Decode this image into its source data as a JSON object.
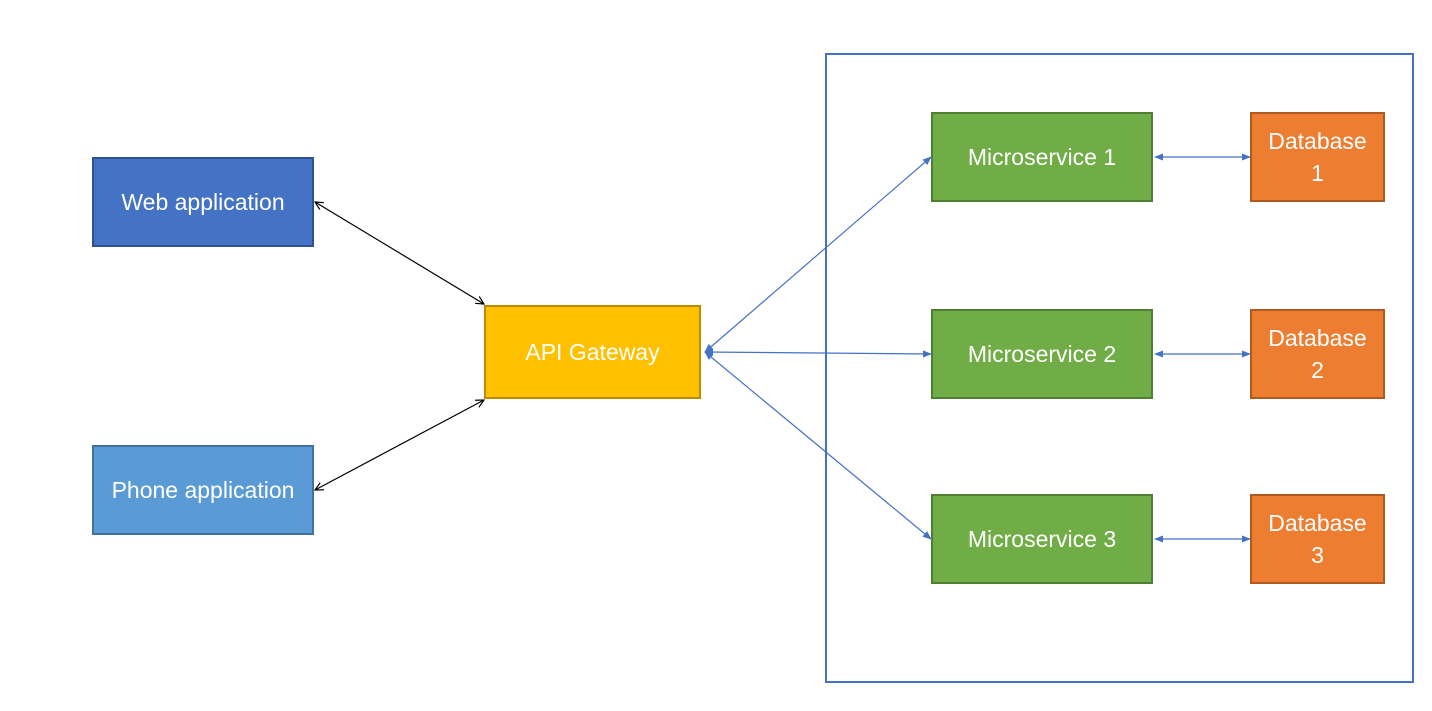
{
  "diagram": {
    "clients": {
      "web": {
        "label": "Web application",
        "fill": "#4472c4"
      },
      "phone": {
        "label": "Phone application",
        "fill": "#5b9bd5"
      }
    },
    "gateway": {
      "label": "API Gateway",
      "fill": "#ffc000"
    },
    "services": [
      {
        "label": "Microservice 1",
        "fill": "#70ad47"
      },
      {
        "label": "Microservice 2",
        "fill": "#70ad47"
      },
      {
        "label": "Microservice 3",
        "fill": "#70ad47"
      }
    ],
    "databases": [
      {
        "line1": "Database",
        "line2": "1",
        "fill": "#ed7d31"
      },
      {
        "line1": "Database",
        "line2": "2",
        "fill": "#ed7d31"
      },
      {
        "line1": "Database",
        "line2": "3",
        "fill": "#ed7d31"
      }
    ],
    "boundary_color": "#4472c4",
    "client_connector_color": "#000000",
    "service_connector_color": "#4472c4"
  }
}
